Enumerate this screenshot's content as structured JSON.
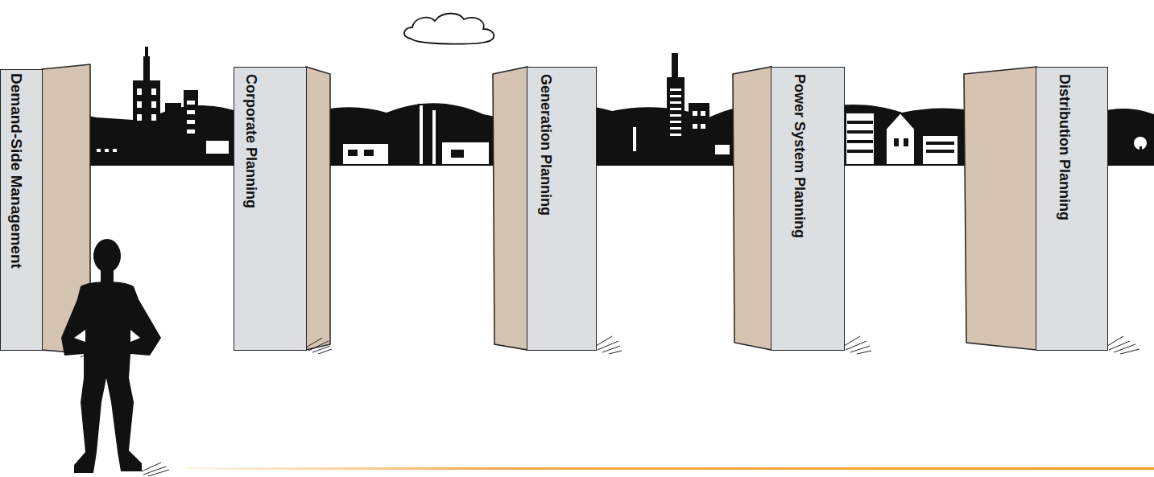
{
  "diagram": {
    "nodes": [
      {
        "text": [
          "Demand-Side Management"
        ]
      },
      {
        "text": [
          "Corporate Planning"
        ]
      },
      {
        "text": [
          "Generation Planning"
        ]
      },
      {
        "text": [
          "Power System Planning"
        ]
      },
      {
        "text": [
          "Distribution Planning"
        ]
      }
    ],
    "edges": []
  }
}
